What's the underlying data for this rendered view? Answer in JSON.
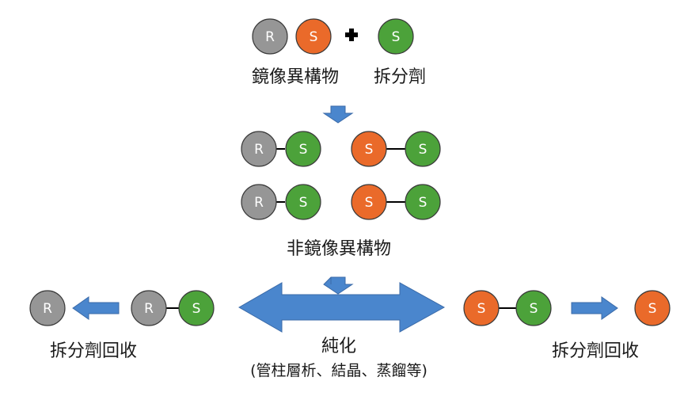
{
  "colors": {
    "r": "#969696",
    "s_orange": "#ea6a2a",
    "s_green": "#4ca23a",
    "outline": "#3a3a3a",
    "arrow_fill": "#4a86cd",
    "arrow_stroke": "#3a6aa8",
    "text": "#1a1a1a"
  },
  "molecules": {
    "r": "R",
    "s": "S"
  },
  "labels": {
    "enantiomers": "鏡像異構物",
    "resolving_agent": "拆分劑",
    "diastereomers": "非鏡像異構物",
    "purification": "純化",
    "methods": "(管柱層析、結晶、蒸餾等)",
    "recovery_left": "拆分劑回收",
    "recovery_right": "拆分劑回收"
  },
  "icons": {
    "plus": "plus-icon"
  }
}
